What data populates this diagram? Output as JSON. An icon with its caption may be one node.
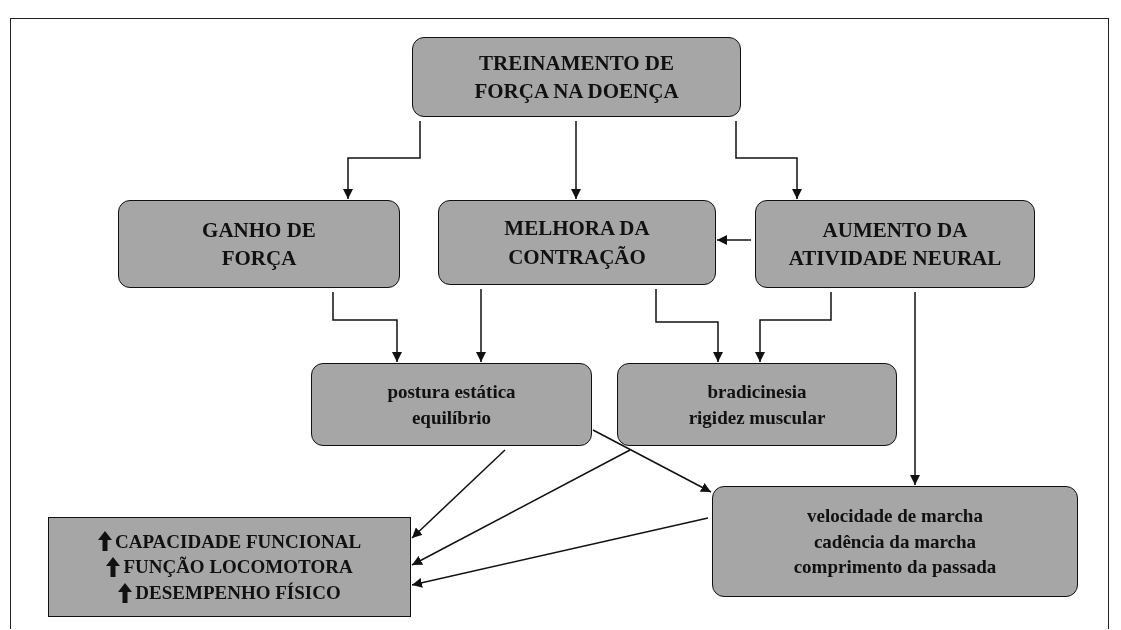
{
  "diagram": {
    "nodes": [
      {
        "text": [
          "TREINAMENTO DE FORÇA NA DOENÇA"
        ]
      },
      {
        "text": [
          "GANHO DE FORÇA"
        ]
      },
      {
        "text": [
          "MELHORA DA CONTRAÇÃO"
        ]
      },
      {
        "text": [
          "AUMENTO DA ATIVIDADE NEURAL"
        ]
      },
      {
        "text": [
          "postura estática equilíbrio"
        ]
      },
      {
        "text": [
          "bradicinesia rigidez muscular"
        ]
      },
      {
        "text": [
          "velocidade de marcha cadência da marcha comprimento da passada"
        ]
      },
      {
        "text": [
          "CAPACIDADE FUNCIONAL",
          "FUNÇÃO LOCOMOTORA",
          "DESEMPENHO FÍSICO"
        ]
      }
    ],
    "edges": [
      {
        "from": 0,
        "to": 1,
        "arrow": "to"
      },
      {
        "from": 0,
        "to": 2,
        "arrow": "to"
      },
      {
        "from": 0,
        "to": 3,
        "arrow": "to"
      },
      {
        "from": 3,
        "to": 2,
        "arrow": "to"
      },
      {
        "from": 1,
        "to": 4,
        "arrow": "to"
      },
      {
        "from": 2,
        "to": 4,
        "arrow": "to"
      },
      {
        "from": 2,
        "to": 5,
        "arrow": "to"
      },
      {
        "from": 3,
        "to": 5,
        "arrow": "to"
      },
      {
        "from": 3,
        "to": 6,
        "arrow": "to"
      },
      {
        "from": 4,
        "to": 6,
        "arrow": "to"
      },
      {
        "from": 4,
        "to": 7,
        "arrow": "to"
      },
      {
        "from": 5,
        "to": 7,
        "arrow": "to"
      },
      {
        "from": 6,
        "to": 7,
        "arrow": "to"
      }
    ]
  }
}
